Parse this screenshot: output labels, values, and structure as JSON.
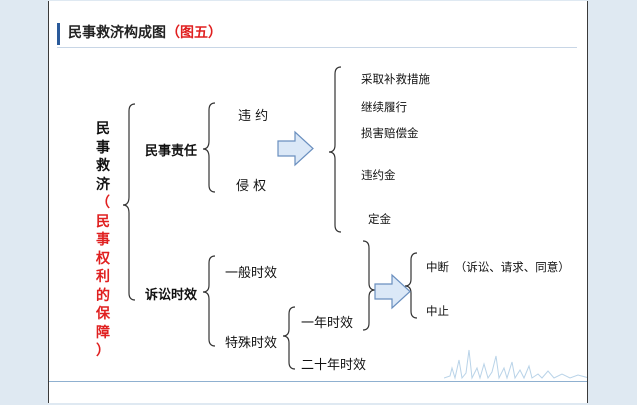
{
  "title": {
    "main": "民事救济构成图",
    "highlight": "（图五）"
  },
  "root": {
    "label_main": "民事救济",
    "label_sub": "（民事权利的保障）"
  },
  "branches": {
    "civil_liability": {
      "label": "民事责任",
      "items": [
        "违 约",
        "侵 权"
      ],
      "remedies": [
        "采取补救措施",
        "继续履行",
        "损害赔偿金",
        "违约金",
        "定金"
      ]
    },
    "limitation": {
      "label": "诉讼时效",
      "general": "一般时效",
      "special": "特殊时效",
      "special_items": [
        "一年时效",
        "二十年时效"
      ],
      "effects": [
        "中断　（诉讼、请求、同意）",
        "中止"
      ]
    }
  },
  "colors": {
    "accent": "#2a5a9a",
    "highlight": "#e02020",
    "arrow_fill": "#dbe8f7",
    "arrow_stroke": "#6a8fbf"
  }
}
